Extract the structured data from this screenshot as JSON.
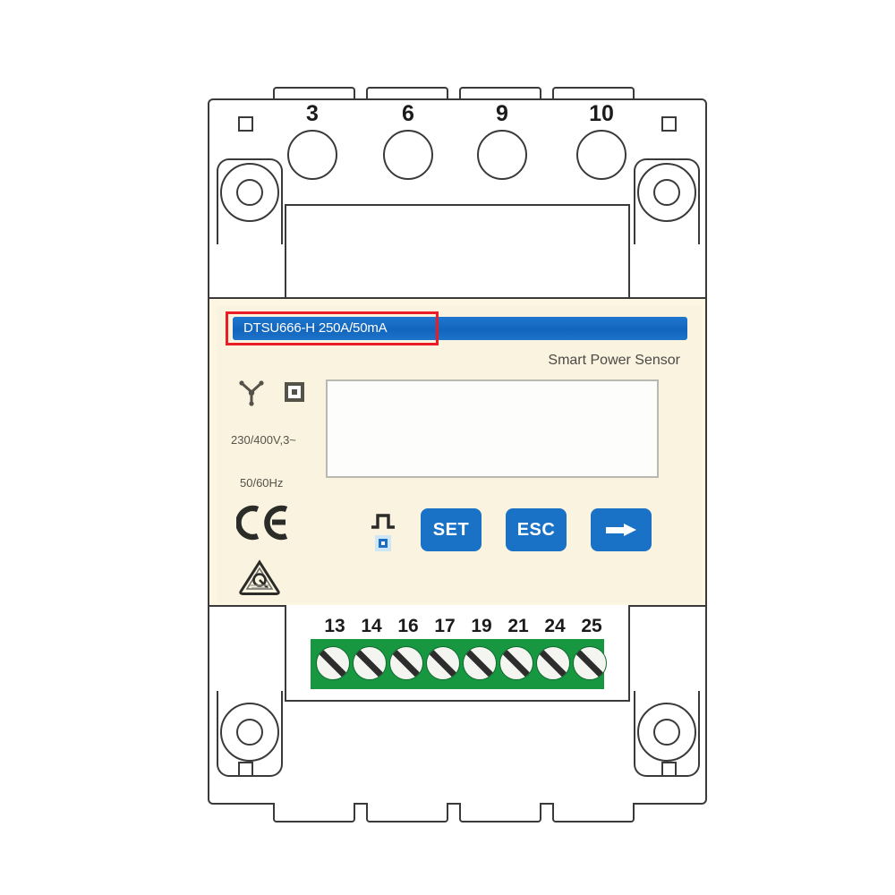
{
  "device": {
    "product_name": "Smart Power Sensor",
    "model_label": "DTSU666-H 250A/50mA",
    "voltage_rating": "230/400V,3~",
    "frequency_rating": "50/60Hz",
    "highlight_color": "#ec1c24",
    "banner_color": "#1569c4",
    "terminal_block_color": "#179740",
    "faceplate_color": "#faf3e0",
    "button_color": "#1a72c6"
  },
  "top_terminals": {
    "label": "top-terminal-row",
    "numbers": [
      "3",
      "6",
      "9",
      "10"
    ]
  },
  "bottom_terminals": {
    "label": "bottom-terminal-row",
    "numbers": [
      "13",
      "14",
      "16",
      "17",
      "19",
      "21",
      "24",
      "25"
    ]
  },
  "buttons": [
    {
      "name": "set-button",
      "label": "SET"
    },
    {
      "name": "esc-button",
      "label": "ESC"
    },
    {
      "name": "next-button",
      "label": ""
    }
  ],
  "symbols": {
    "wye": "wye-connection-icon",
    "class_ii": "class-ii-insulation-icon",
    "ce": "ce-mark-icon",
    "rcm": "rcm-mark-icon",
    "pulse": "pulse-output-icon",
    "led": "pulse-led-indicator"
  },
  "display": {
    "lcd_name": "lcd-display",
    "lcd_content": ""
  }
}
